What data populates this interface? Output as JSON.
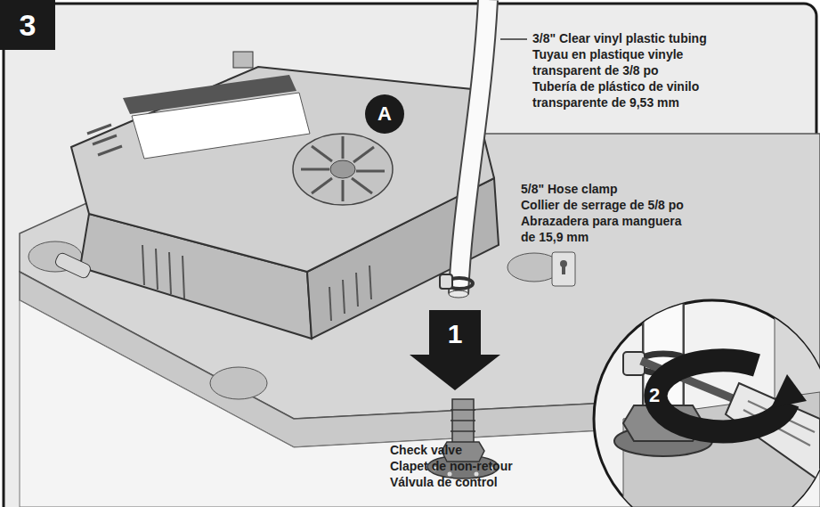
{
  "diagram": {
    "nodes": [
      {
        "text": [
          "3"
        ]
      },
      {
        "text": [
          "A"
        ]
      }
    ],
    "labels": [
      "3/8\" Clear vinyl plastic tubing",
      "Tuyau en plastique vinyle transparent de 3/8 po",
      "Tubería de plástico de vinilo transparente de 9,53 mm",
      "5/8\" Hose clamp",
      "Collier de serrage de 5/8 po",
      "Abrazadera para manguera de 15,9 mm",
      "1",
      "Check valve",
      "Clapet de non-retour",
      "Válvula de control",
      "2"
    ]
  }
}
